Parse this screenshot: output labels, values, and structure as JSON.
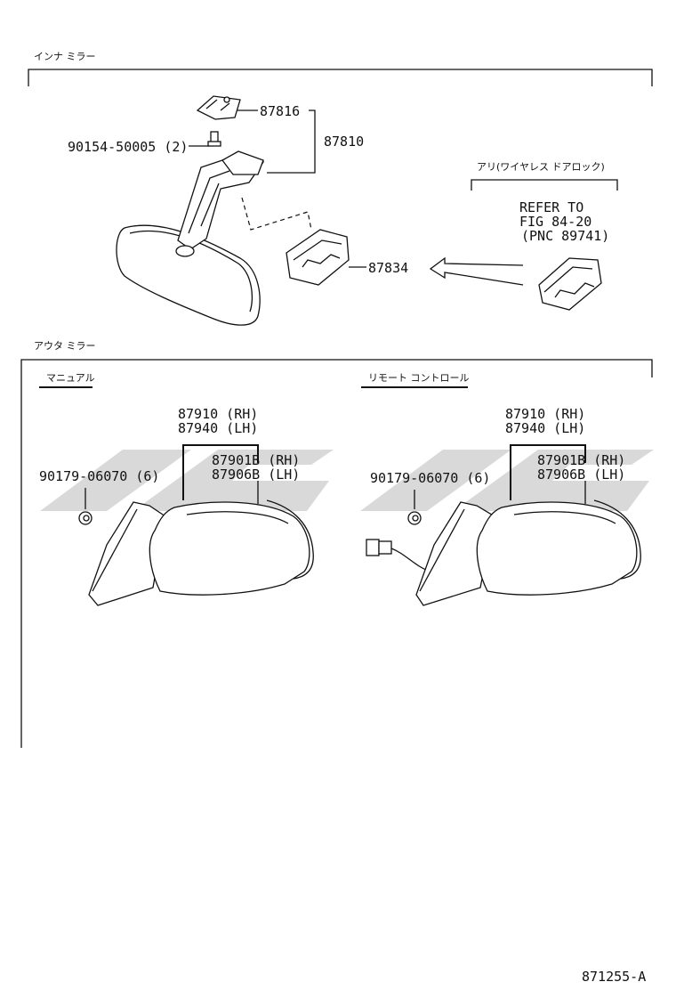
{
  "sections": {
    "inner_mirror": "インナ ミラー",
    "outer_mirror": "アウタ ミラー"
  },
  "inner": {
    "bracket_part": "87816",
    "mirror_assy": "87810",
    "screw": "90154-50005 (2)",
    "cover": "87834",
    "option_label": "アリ(ワイヤレス ドアロック)",
    "refer_line1": "REFER TO",
    "refer_line2": "FIG 84-20",
    "refer_line3": "(PNC 89741)"
  },
  "outer": {
    "manual": {
      "title": "マニュアル",
      "assy_rh": "87910 (RH)",
      "assy_lh": "87940 (LH)",
      "mirror_rh": "87901B (RH)",
      "mirror_lh": "87906B (LH)",
      "nut": "90179-06070 (6)"
    },
    "remote": {
      "title": "リモート コントロール",
      "assy_rh": "87910 (RH)",
      "assy_lh": "87940 (LH)",
      "mirror_rh": "87901B (RH)",
      "mirror_lh": "87906B (LH)",
      "nut": "90179-06070 (6)"
    }
  },
  "figure_id": "871255-A"
}
